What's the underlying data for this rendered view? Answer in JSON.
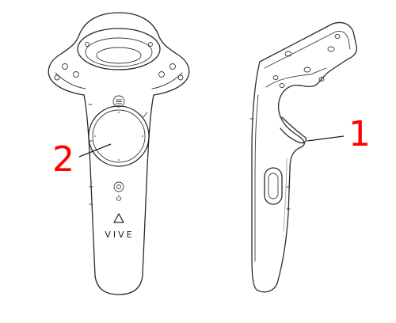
{
  "diagram": {
    "brand_label": "VIVE",
    "callouts": [
      {
        "id": "2",
        "label": "2"
      },
      {
        "id": "1",
        "label": "1"
      }
    ]
  },
  "colors": {
    "callout": "#ff0000",
    "outline": "#2a2a2a",
    "background": "#ffffff"
  },
  "icons": {
    "brand_logo": "vive-triangle-logo",
    "menu_button": "menu-icon",
    "system_button": "power-icon"
  }
}
